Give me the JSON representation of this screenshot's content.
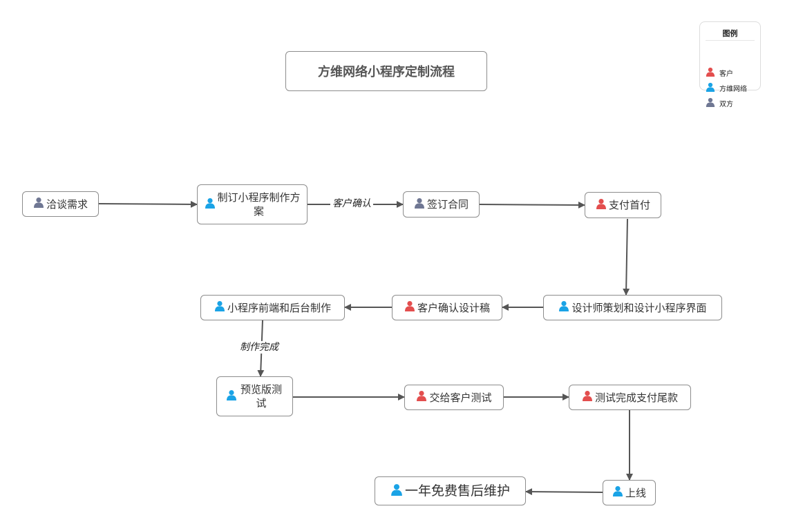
{
  "colors": {
    "customer": "#e34e4e",
    "company": "#1aa3e6",
    "both": "#6f7793"
  },
  "title": "方维网络小程序定制流程",
  "legend": {
    "title": "图例",
    "items": [
      {
        "role": "customer",
        "label": "客户"
      },
      {
        "role": "company",
        "label": "方维网络"
      },
      {
        "role": "both",
        "label": "双方"
      }
    ]
  },
  "nodes": {
    "negotiate": {
      "label": "洽谈需求",
      "role": "both"
    },
    "plan": {
      "label": "制订小程序制作方案",
      "role": "company"
    },
    "contract": {
      "label": "签订合同",
      "role": "both"
    },
    "first_payment": {
      "label": "支付首付",
      "role": "customer"
    },
    "design_ui": {
      "label": "设计师策划和设计小程序界面",
      "role": "company"
    },
    "confirm_design": {
      "label": "客户确认设计稿",
      "role": "customer"
    },
    "develop": {
      "label": "小程序前端和后台制作",
      "role": "company"
    },
    "preview_test": {
      "label": "预览版测试",
      "role": "company"
    },
    "customer_test": {
      "label": "交给客户测试",
      "role": "customer"
    },
    "final_payment": {
      "label": "测试完成支付尾款",
      "role": "customer"
    },
    "launch": {
      "label": "上线",
      "role": "company"
    },
    "maintenance": {
      "label": "一年免费售后维护",
      "role": "company"
    }
  },
  "edges": {
    "customer_confirm": "客户确认",
    "production_done": "制作完成"
  }
}
